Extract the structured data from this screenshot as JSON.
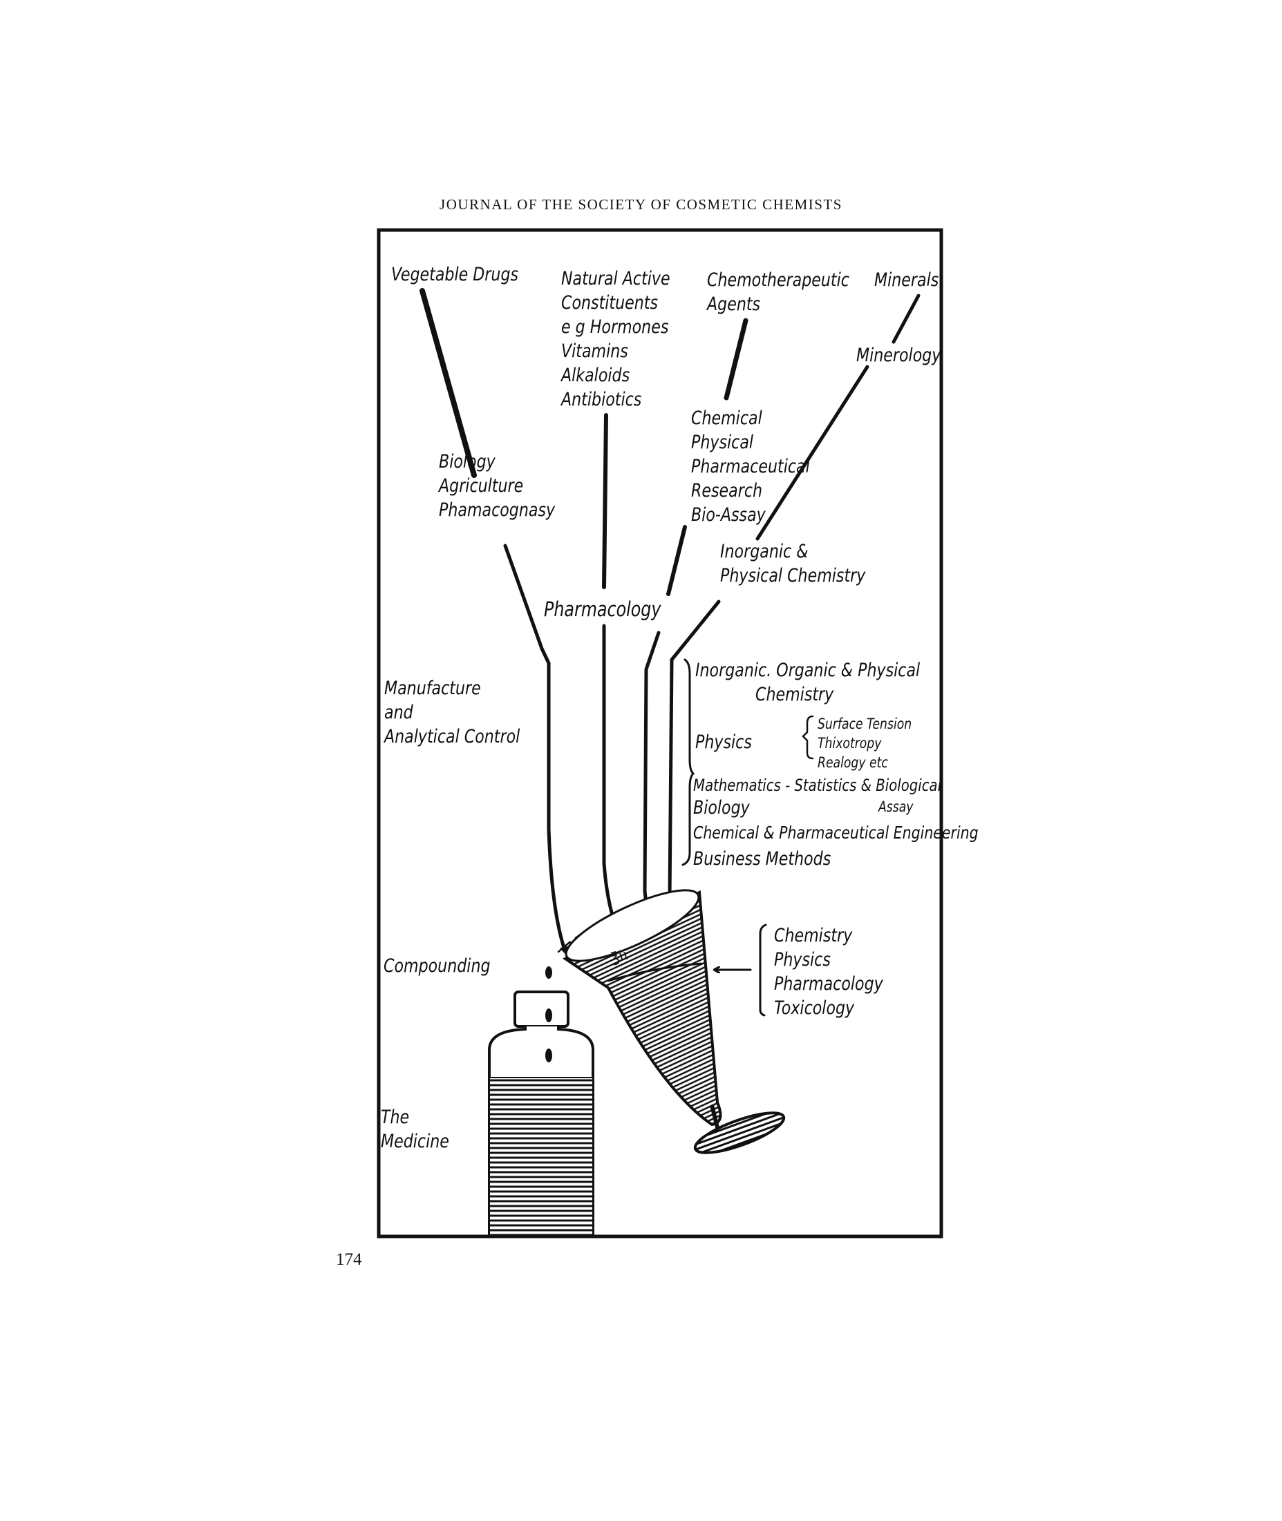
{
  "header": "JOURNAL OF THE SOCIETY OF COSMETIC CHEMISTS",
  "page_number": "174",
  "diagram": {
    "sources": {
      "vegetable_drugs": "Vegetable Drugs",
      "natural_active": [
        "Natural Active",
        "Constituents",
        "e g Hormones",
        "Vitamins",
        "Alkaloids",
        "Antibiotics"
      ],
      "chemotherapeutic": [
        "Chemotherapeutic",
        "Agents"
      ],
      "minerals": "Minerals"
    },
    "intermediate": {
      "minerology": "Minerology",
      "biology_group": [
        "Biology",
        "Agriculture",
        "Phamacognasy"
      ],
      "chemical_group": [
        "Chemical",
        "Physical",
        "Pharmaceutical",
        "Research",
        "Bio-Assay"
      ],
      "inorganic_physical": [
        "Inorganic &",
        "Physical Chemistry"
      ],
      "pharmacology": "Pharmacology"
    },
    "stages": {
      "manufacture": [
        "Manufacture",
        "and",
        "Analytical Control"
      ],
      "compounding": "Compounding",
      "medicine": [
        "The",
        "Medicine"
      ]
    },
    "manufacture_disciplines": {
      "chemistry_line1": "Inorganic. Organic & Physical",
      "chemistry_line2": "Chemistry",
      "physics": "Physics",
      "physics_sub": [
        "Surface Tension",
        "Thixotropy",
        "Realogy etc"
      ],
      "mathematics": "Mathematics - Statistics & Biological",
      "biology": "Biology",
      "assay": "Assay",
      "engineering": "Chemical & Pharmaceutical Engineering",
      "business": "Business Methods"
    },
    "compounding_disciplines": [
      "Chemistry",
      "Physics",
      "Pharmacology",
      "Toxicology"
    ],
    "beaker_marking": "℥ii"
  }
}
